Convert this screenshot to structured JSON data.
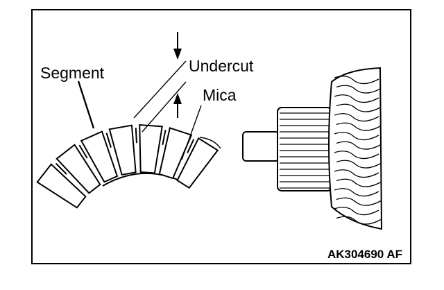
{
  "labels": {
    "segment": "Segment",
    "undercut": "Undercut",
    "mica": "Mica"
  },
  "figure_code": "AK304690 AF",
  "icons": [
    "commutator-segments-diagram",
    "armature-illustration"
  ]
}
